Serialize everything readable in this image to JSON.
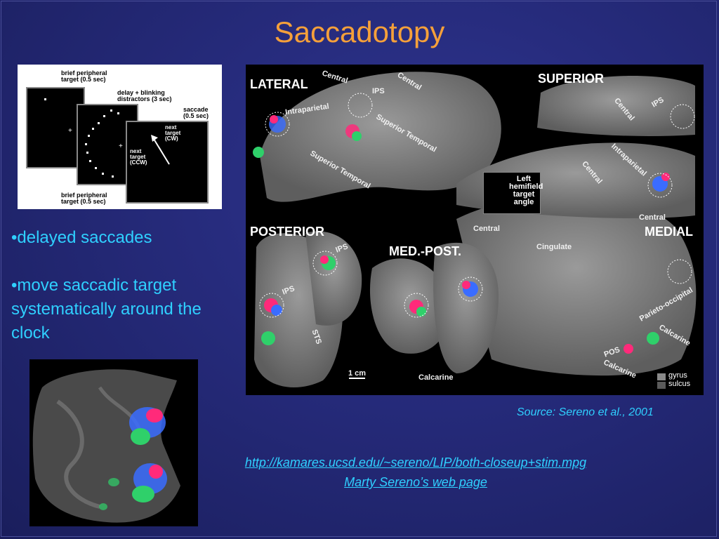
{
  "slide": {
    "title": "Saccadotopy",
    "bullets": [
      "•delayed saccades",
      "•move saccadic target systematically around the clock"
    ],
    "source": "Source: Sereno et al., 2001",
    "link_url": "http://kamares.ucsd.edu/~sereno/LIP/both-closeup+stim.mpg",
    "link_name": "Marty Sereno’s web page"
  },
  "stimulus": {
    "label_top": "brief peripheral target (0.5 sec)",
    "label_delay": "delay + blinking distractors (3 sec)",
    "label_saccade": "saccade (0.5 sec)",
    "label_next_cw": "next target (CW)",
    "label_next_ccw": "next target (CCW)",
    "label_bottom": "brief peripheral target (0.5 sec)"
  },
  "brain": {
    "views": {
      "lateral": "LATERAL",
      "superior": "SUPERIOR",
      "posterior": "POSTERIOR",
      "med_post": "MED.-POST.",
      "medial": "MEDIAL"
    },
    "labels": {
      "central1": "Central",
      "ips1": "IPS",
      "central2": "Central",
      "intraparietal1": "Intraparietal",
      "superior_temporal1": "Superior Temporal",
      "superior_temporal2": "Superior Temporal",
      "central3": "Central",
      "ips2": "IPS",
      "central4": "Central",
      "intraparietal2": "Intraparietal",
      "central5": "Central",
      "central6": "Central",
      "cingulate": "Cingulate",
      "ips3": "IPS",
      "ips4": "IPS",
      "sts": "STS",
      "parieto_occipital": "Parieto-occipital",
      "calcarine1": "Calcarine",
      "calcarine2": "Calcarine",
      "calcarine3": "Calcarine",
      "pos": "POS",
      "scale": "1 cm"
    },
    "legend": {
      "title": "Left hemifield target angle",
      "gyrus": "gyrus",
      "sulcus": "sulcus"
    },
    "colors": {
      "gyrus": "#8a8a8a",
      "sulcus": "#5a5a5a"
    }
  },
  "colors": {
    "title": "#f5a03a",
    "text": "#2fd0ff"
  }
}
